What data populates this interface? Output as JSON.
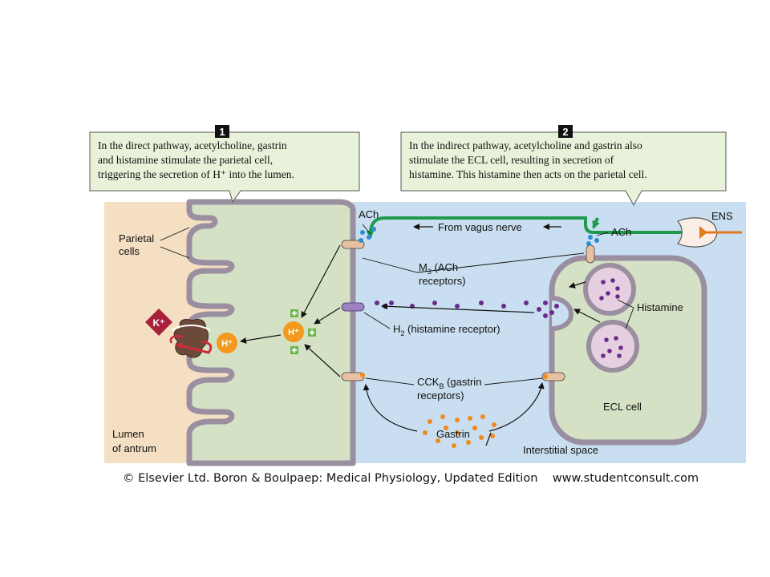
{
  "callouts": [
    {
      "number": "1",
      "lines": [
        "In the direct pathway, acetylcholine, gastrin",
        "and histamine stimulate the parietal cell,",
        "triggering the secretion of H⁺ into the lumen."
      ]
    },
    {
      "number": "2",
      "lines": [
        "In the indirect pathway, acetylcholine and gastrin also",
        "stimulate the ECL cell, resulting in secretion of",
        "histamine. This histamine then acts on the parietal cell."
      ]
    }
  ],
  "labels": {
    "parietal_cells_line1": "Parietal",
    "parietal_cells_line2": "cells",
    "lumen_line1": "Lumen",
    "lumen_line2": "of antrum",
    "ach_top": "ACh",
    "ach_ecl": "ACh",
    "from_vagus": "From vagus nerve",
    "ens": "ENS",
    "m3_main": "M",
    "m3_sub": "3",
    "m3_rest": " (ACh",
    "m3_line2": "receptors)",
    "h2_main": "H",
    "h2_sub": "2",
    "h2_rest": " (histamine receptor)",
    "cckb_main": "CCK",
    "cckb_sub": "B",
    "cckb_rest": " (gastrin",
    "cckb_line2": "receptors)",
    "gastrin": "Gastrin",
    "histamine": "Histamine",
    "ecl_cell": "ECL cell",
    "interstitial": "Interstitial space",
    "h_plus": "H⁺",
    "k_plus": "K⁺"
  },
  "credit": "© Elsevier Ltd. Boron & Boulpaep: Medical Physiology, Updated Edition    www.studentconsult.com",
  "colors": {
    "lumen_bg": "#f5dfc3",
    "interstitial_bg": "#c9def0",
    "cell_fill": "#d5e1c4",
    "membrane": "#9a8fa0",
    "callout_fill": "#e8f2da",
    "nerve": "#1f9a4c",
    "ens_axon": "#e07a1a",
    "h_ion": "#f39a1e",
    "k_ion": "#a8203a",
    "histamine_dot": "#6a2a8c",
    "ach_dot": "#2a8ed0",
    "gastrin_dot": "#f08a1e",
    "receptor": "#e8c1a3",
    "h2_receptor": "#9c82c0"
  }
}
